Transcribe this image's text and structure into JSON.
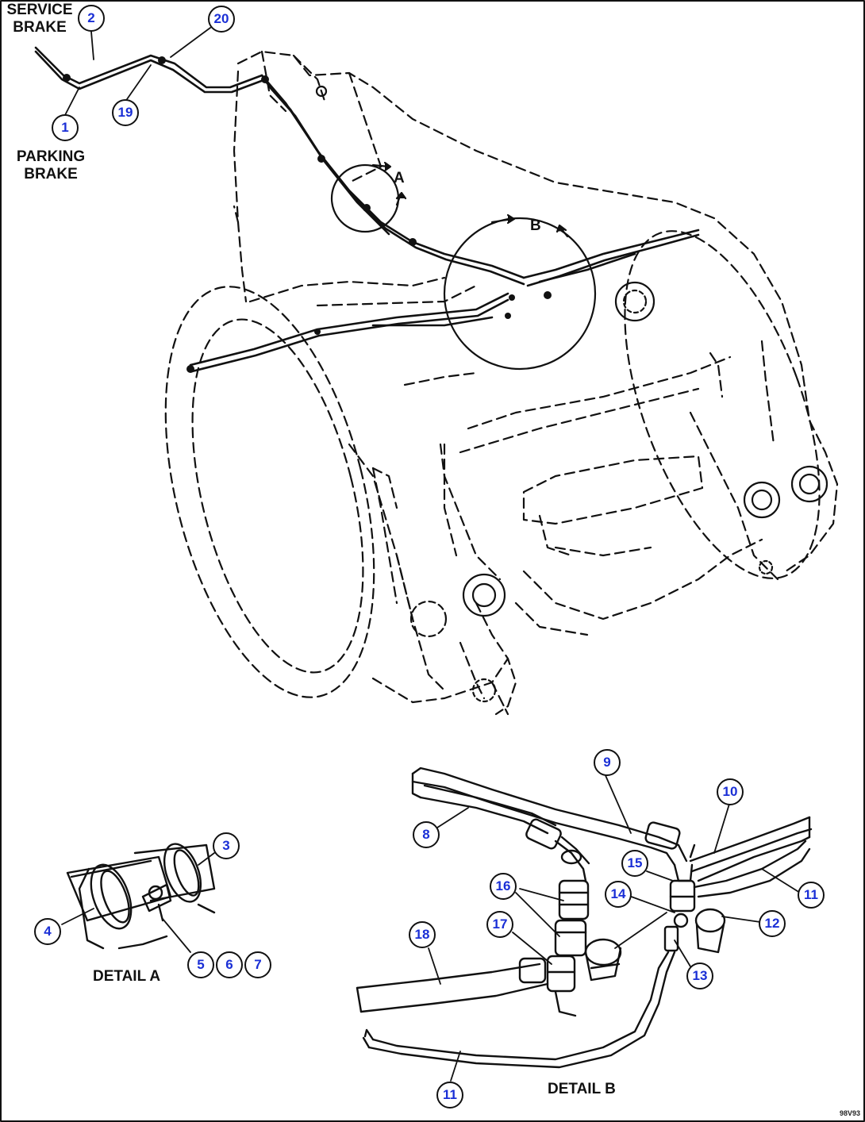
{
  "labels": {
    "service_brake": [
      "SERVICE",
      "BRAKE"
    ],
    "parking_brake": [
      "PARKING",
      "BRAKE"
    ],
    "detail_a": "DETAIL A",
    "detail_b": "DETAIL B",
    "view_a": "A",
    "view_b": "B",
    "drawing_no": "98V93"
  },
  "callouts": {
    "c1": "1",
    "c2": "2",
    "c19": "19",
    "c20": "20",
    "c3": "3",
    "c4": "4",
    "c5": "5",
    "c6": "6",
    "c7": "7",
    "c8": "8",
    "c9": "9",
    "c10": "10",
    "c11a": "11",
    "c11b": "11",
    "c12": "12",
    "c13": "13",
    "c14": "14",
    "c15": "15",
    "c16": "16",
    "c17": "17",
    "c18": "18"
  },
  "colors": {
    "callout_text": "#1a2fd6",
    "line": "#111111"
  }
}
